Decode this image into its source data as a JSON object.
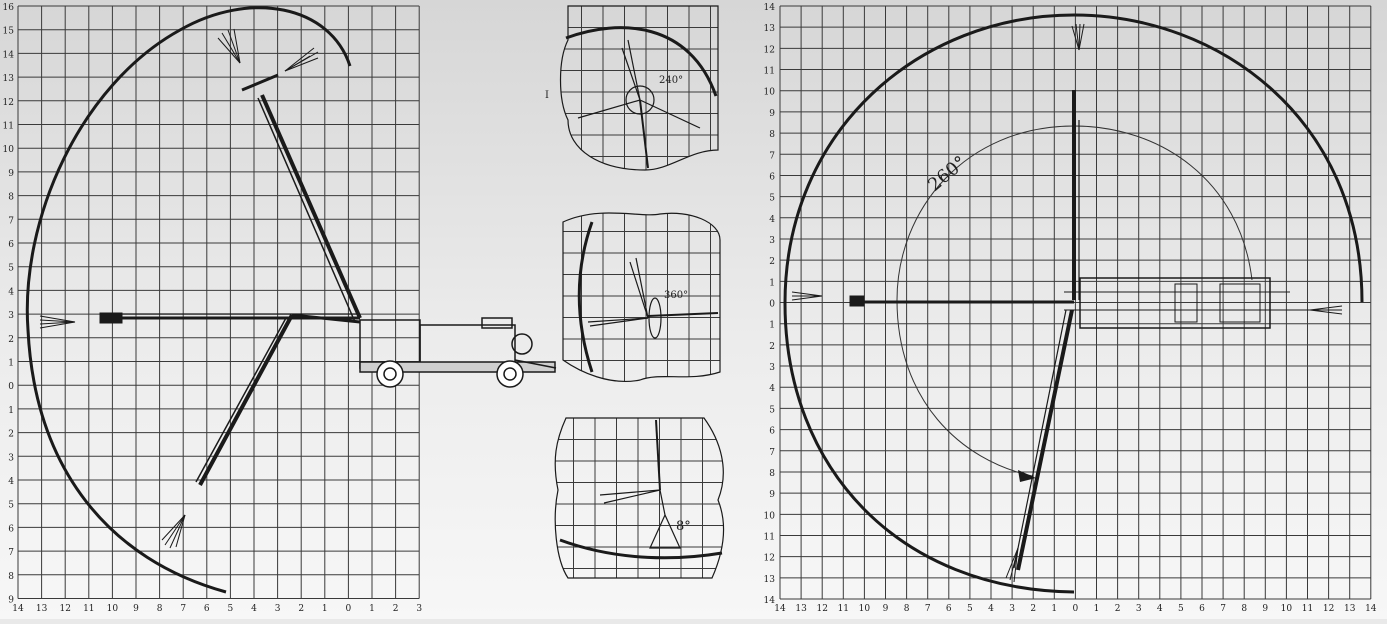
{
  "left_chart": {
    "x_ticks": [
      "14",
      "13",
      "12",
      "11",
      "10",
      "9",
      "8",
      "7",
      "6",
      "5",
      "4",
      "3",
      "2",
      "1",
      "0",
      "1",
      "2",
      "3"
    ],
    "y_ticks": [
      "16",
      "15",
      "14",
      "13",
      "12",
      "11",
      "10",
      "9",
      "8",
      "7",
      "6",
      "5",
      "4",
      "3",
      "2",
      "1",
      "0",
      "1",
      "2",
      "3",
      "4",
      "5",
      "6",
      "7",
      "8",
      "9"
    ]
  },
  "insets": {
    "rotation_top": "240°",
    "rotation_middle": "360°",
    "tilt_bottom": "8°",
    "side_mark": "I"
  },
  "right_chart": {
    "x_ticks": [
      "14",
      "13",
      "12",
      "11",
      "10",
      "9",
      "8",
      "7",
      "6",
      "5",
      "4",
      "3",
      "2",
      "1",
      "0",
      "1",
      "2",
      "3",
      "4",
      "5",
      "6",
      "7",
      "8",
      "9",
      "10",
      "11",
      "12",
      "13",
      "14"
    ],
    "y_ticks": [
      "14",
      "13",
      "12",
      "11",
      "10",
      "9",
      "8",
      "7",
      "6",
      "5",
      "4",
      "3",
      "2",
      "1",
      "0",
      "1",
      "2",
      "3",
      "4",
      "5",
      "6",
      "7",
      "8",
      "9",
      "10",
      "11",
      "12",
      "13",
      "14"
    ],
    "slew_angle": "260°"
  },
  "colors": {
    "line": "#1a1a1a",
    "grid": "#3a3a3a"
  }
}
